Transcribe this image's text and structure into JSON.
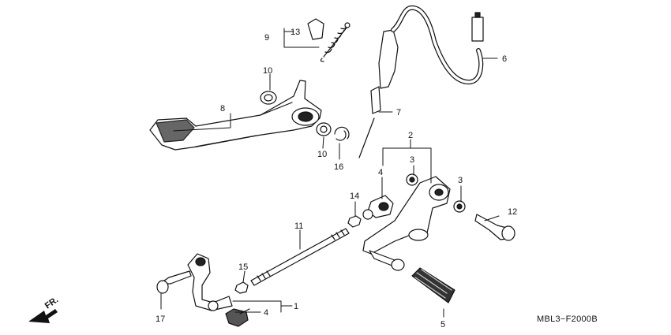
{
  "diagram": {
    "code": "MBL3−F2000B",
    "front_marker": "FR.",
    "callouts": [
      {
        "id": "c1",
        "text": "1"
      },
      {
        "id": "c2",
        "text": "2"
      },
      {
        "id": "c3a",
        "text": "3"
      },
      {
        "id": "c3b",
        "text": "3"
      },
      {
        "id": "c4a",
        "text": "4"
      },
      {
        "id": "c4b",
        "text": "4"
      },
      {
        "id": "c5",
        "text": "5"
      },
      {
        "id": "c6",
        "text": "6"
      },
      {
        "id": "c7",
        "text": "7"
      },
      {
        "id": "c8",
        "text": "8"
      },
      {
        "id": "c9",
        "text": "9"
      },
      {
        "id": "c10a",
        "text": "10"
      },
      {
        "id": "c10b",
        "text": "10"
      },
      {
        "id": "c11",
        "text": "11"
      },
      {
        "id": "c12",
        "text": "12"
      },
      {
        "id": "c13",
        "text": "13"
      },
      {
        "id": "c14",
        "text": "14"
      },
      {
        "id": "c15",
        "text": "15"
      },
      {
        "id": "c16",
        "text": "16"
      },
      {
        "id": "c17",
        "text": "17"
      }
    ]
  }
}
